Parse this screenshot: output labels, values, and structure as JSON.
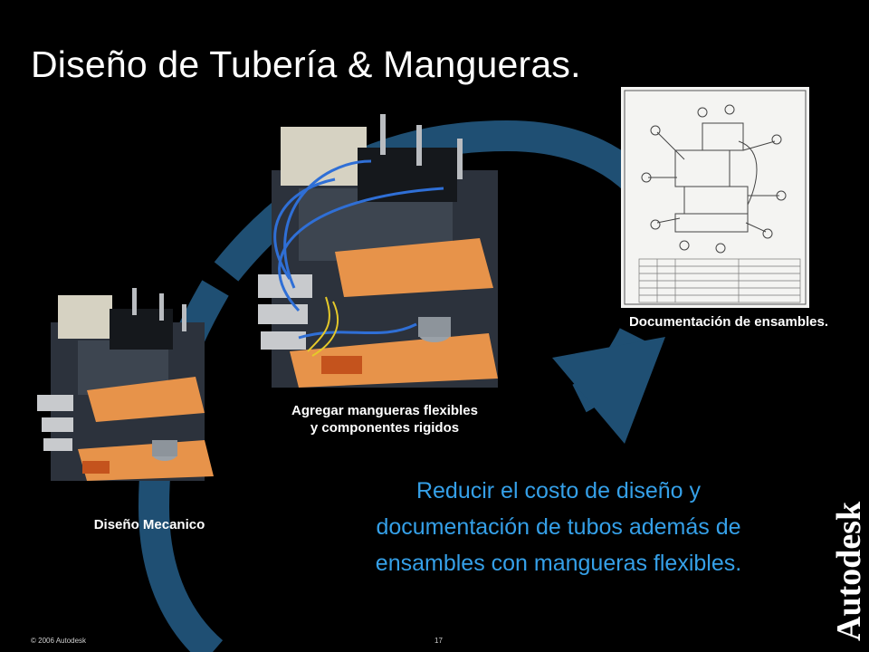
{
  "slide": {
    "title": "Diseño de Tubería & Mangueras.",
    "captions": {
      "mechanical": "Diseño Mecanico",
      "hoses_line1": "Agregar mangueras flexibles",
      "hoses_line2": "y componentes rigidos",
      "documentation": "Documentación de ensambles."
    },
    "body_text": "Reducir el costo de diseño y documentación de tubos además de ensambles con mangueras flexibles.",
    "footer": {
      "copyright": "© 2006 Autodesk",
      "page_number": "17"
    },
    "logo_text": "Autodesk",
    "colors": {
      "background": "#000000",
      "arrow": "#1f4f73",
      "accent_text": "#35a0e8",
      "machine_orange": "#e7934a"
    }
  }
}
